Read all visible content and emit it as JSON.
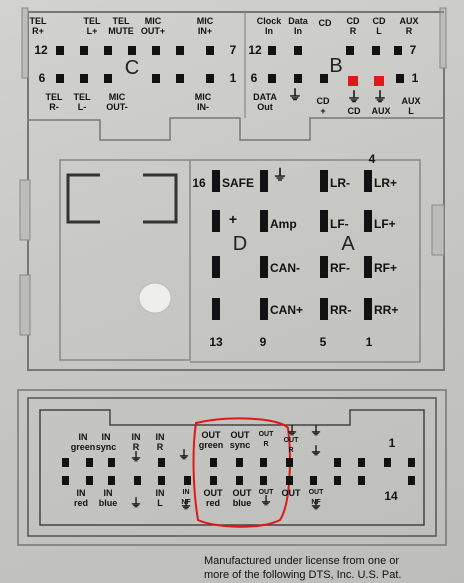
{
  "top_connector": {
    "left_block": {
      "top_labels": [
        "TEL\nR+",
        "TEL\nL+",
        "TEL\nMUTE",
        "MIC\nOUT+",
        "MIC\nIN+"
      ],
      "bottom_labels": [
        "TEL\nR-",
        "TEL\nL-",
        "MIC\nOUT-",
        "MIC\nIN-"
      ],
      "pin_num_left_top": "12",
      "pin_num_right_top": "7",
      "pin_num_left_bottom": "6",
      "pin_num_right_bottom": "1",
      "letter": "C"
    },
    "right_block": {
      "top_labels": [
        "Clock\nIn",
        "Data\nIn",
        "CD",
        "CD\nR",
        "CD\nL",
        "AUX\nR"
      ],
      "bottom_labels": [
        "DATA\nOut",
        "CD\n+",
        "CD",
        "AUX",
        "AUX\nL"
      ],
      "pin_num_left_top": "12",
      "pin_num_right_top": "7",
      "pin_num_left_bottom": "6",
      "pin_num_right_bottom": "1",
      "letter": "B"
    },
    "power_block": {
      "rows": [
        {
          "left": "SAFE",
          "mid": "",
          "right_a": "LR-",
          "right_b": "LR+"
        },
        {
          "left": "",
          "mid": "Amp",
          "right_a": "LF-",
          "right_b": "LF+"
        },
        {
          "left": "",
          "mid": "CAN-",
          "right_a": "RF-",
          "right_b": "RF+"
        },
        {
          "left": "",
          "mid": "CAN+",
          "right_a": "RR-",
          "right_b": "RR+"
        }
      ],
      "num_16": "16",
      "num_4": "4",
      "num_13": "13",
      "num_9": "9",
      "num_5": "5",
      "num_1": "1",
      "letter_d": "D",
      "letter_a": "A",
      "plus": "+"
    }
  },
  "bottom_connector": {
    "top_labels": [
      "IN\ngreen",
      "IN\nsync",
      "IN\nR",
      "IN\nR",
      "OUT\ngreen",
      "OUT\nsync",
      "OUT\nR",
      "OUT\nR"
    ],
    "bottom_labels": [
      "IN\nred",
      "IN\nblue",
      "IN\nL",
      "IN\nNF",
      "OUT\nred",
      "OUT\nblue",
      "OUT",
      "OUT",
      "OUT\nNF"
    ],
    "num_1": "1",
    "num_14": "14"
  },
  "footer": {
    "line1": "Manufactured under license from one or",
    "line2": "more of the following DTS, Inc. U.S. Pat."
  },
  "colors": {
    "highlight_circle": "#e01818",
    "red_pins": "#e01818"
  }
}
